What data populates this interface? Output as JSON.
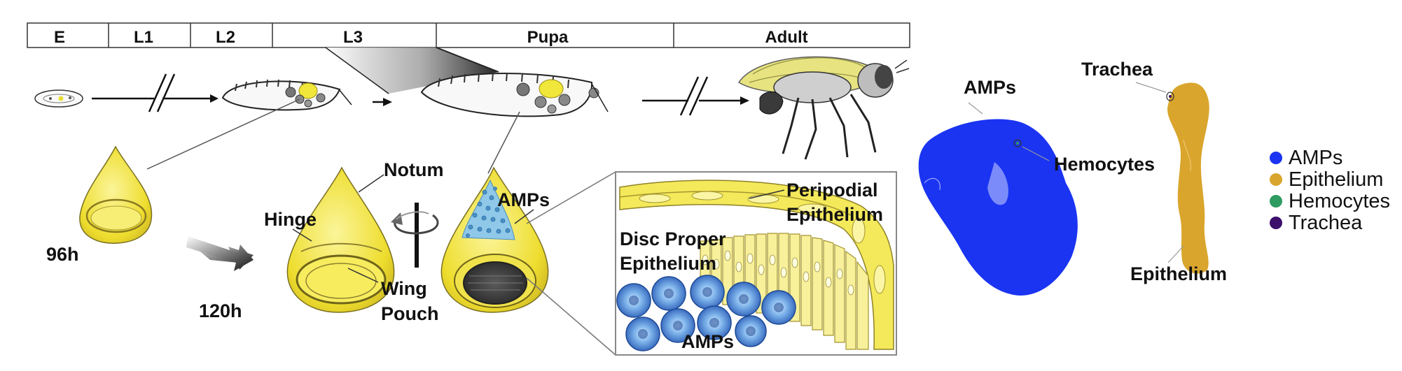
{
  "timeline": {
    "stages": [
      "E",
      "L1",
      "L2",
      "L3",
      "Pupa",
      "Adult"
    ]
  },
  "disc_labels": {
    "t96": "96h",
    "t120": "120h",
    "notum": "Notum",
    "hinge": "Hinge",
    "wing": "Wing",
    "pouch": "Pouch",
    "amps_disc": "AMPs"
  },
  "inset": {
    "peripodial_1": "Peripodial",
    "peripodial_2": "Epithelium",
    "disc_proper_1": "Disc Proper",
    "disc_proper_2": "Epithelium",
    "amps": "AMPs"
  },
  "umap": {
    "cluster_labels": {
      "amps": "AMPs",
      "hemocytes": "Hemocytes",
      "trachea": "Trachea",
      "epithelium": "Epithelium"
    },
    "legend": [
      {
        "label": "AMPs",
        "color": "#1a34f2"
      },
      {
        "label": "Epithelium",
        "color": "#d9a52c"
      },
      {
        "label": "Hemocytes",
        "color": "#2e9b61"
      },
      {
        "label": "Trachea",
        "color": "#3b0f6b"
      }
    ]
  },
  "colors": {
    "disc_yellow": "#f2e94a",
    "amp_blue": "#1a34f2",
    "epithelium_gold": "#d9a52c",
    "amp_cell_blue": "#5b8fd6"
  }
}
